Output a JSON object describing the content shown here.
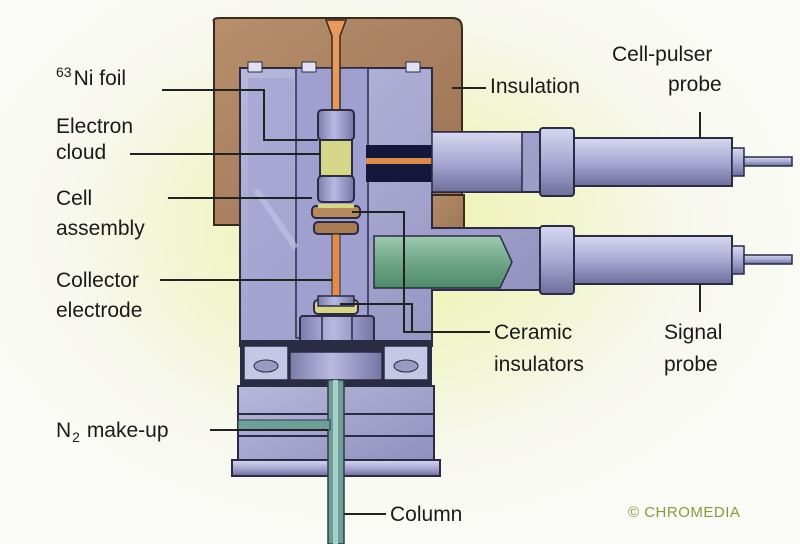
{
  "labels": {
    "ni_foil_sup": "63",
    "ni_foil": "Ni foil",
    "electron_cloud": "Electron\ncloud",
    "electron_cloud_l1": "Electron",
    "electron_cloud_l2": "cloud",
    "cell_assembly_l1": "Cell",
    "cell_assembly_l2": "assembly",
    "collector_l1": "Collector",
    "collector_l2": "electrode",
    "n2_pre": "N",
    "n2_sub": "2",
    "n2_post": "make-up",
    "column": "Column",
    "insulation": "Insulation",
    "cell_pulser_l1": "Cell-pulser",
    "cell_pulser_l2": "probe",
    "ceramic_l1": "Ceramic",
    "ceramic_l2": "insulators",
    "signal_l1": "Signal",
    "signal_l2": "probe"
  },
  "copyright": "© CHROMEDIA",
  "colors": {
    "insulation": "#a8805e",
    "metal": "#8c8cbc",
    "metal_light": "#c7c8e8",
    "metal_dark": "#5a5a86",
    "copper": "#d8894e",
    "green_probe": "#6fa788",
    "cell": "#d6d68a",
    "copyright": "#8a9a3a"
  }
}
